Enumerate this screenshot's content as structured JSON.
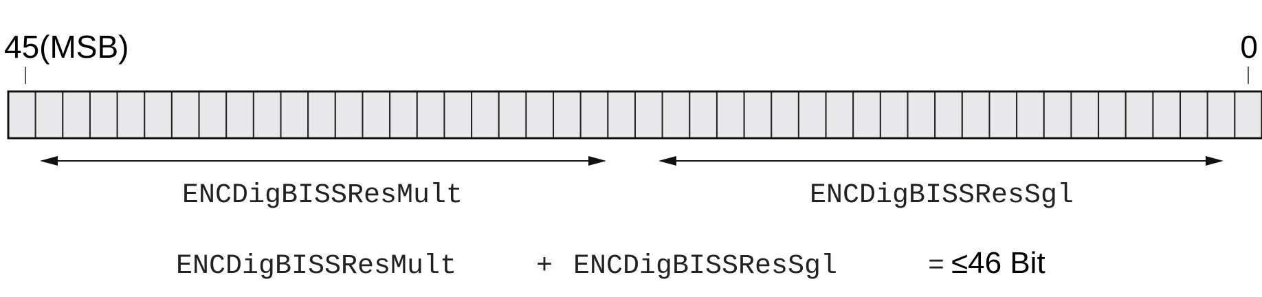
{
  "bit_register": {
    "msb_label": "45(MSB)",
    "lsb_label": "0",
    "bit_count": 46,
    "cell_fill": "#e8e8ea",
    "outline_color": "#111111"
  },
  "fields": [
    {
      "name": "ENCDigBISSResMult"
    },
    {
      "name": "ENCDigBISSResSgl"
    }
  ],
  "equation": {
    "left": "ENCDigBISSResMult",
    "plus": "+",
    "right": "ENCDigBISSResSgl",
    "equals": "=",
    "result": "≤46 Bit"
  }
}
